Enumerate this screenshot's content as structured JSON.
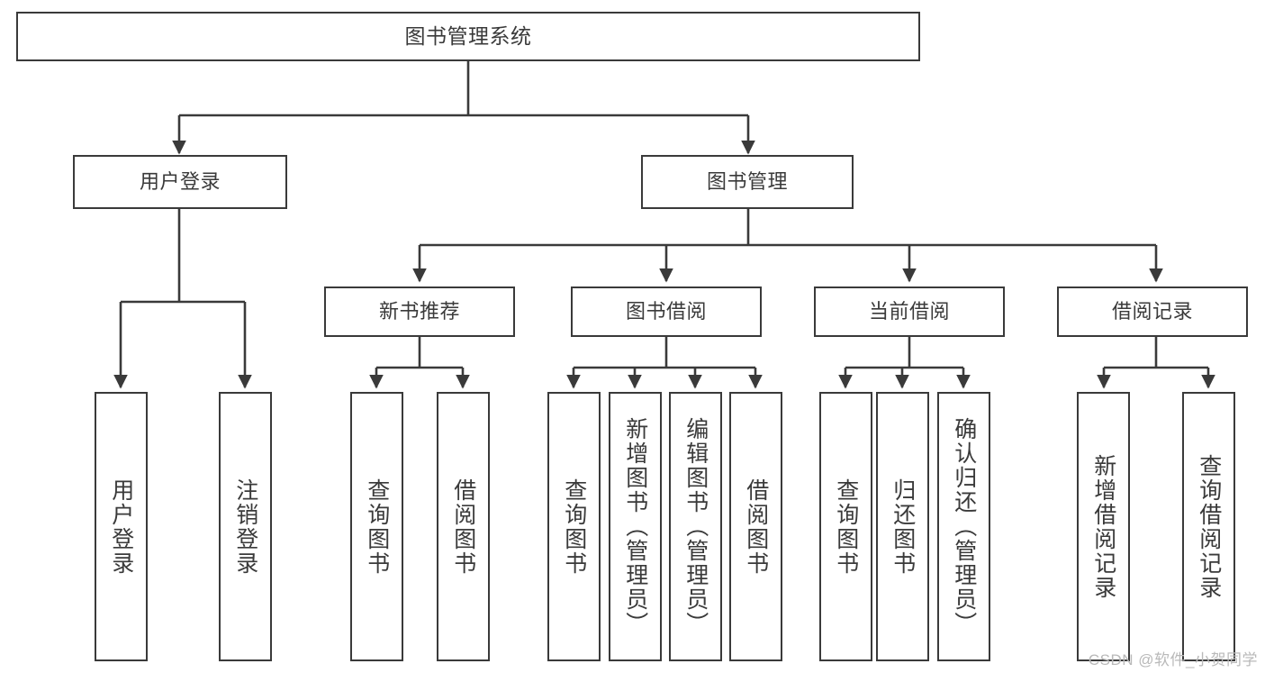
{
  "diagram": {
    "title": "图书管理系统",
    "type": "hierarchy-tree",
    "root": {
      "label": "图书管理系统"
    },
    "level2": [
      {
        "label": "用户登录"
      },
      {
        "label": "图书管理"
      }
    ],
    "level3": [
      {
        "label": "新书推荐"
      },
      {
        "label": "图书借阅"
      },
      {
        "label": "当前借阅"
      },
      {
        "label": "借阅记录"
      }
    ],
    "leaves": [
      {
        "label": "用户登录"
      },
      {
        "label": "注销登录"
      },
      {
        "label": "查询图书"
      },
      {
        "label": "借阅图书"
      },
      {
        "label": "查询图书"
      },
      {
        "label": "新增图书（管理员）"
      },
      {
        "label": "编辑图书（管理员）"
      },
      {
        "label": "借阅图书"
      },
      {
        "label": "查询图书"
      },
      {
        "label": "归还图书"
      },
      {
        "label": "确认归还（管理员）"
      },
      {
        "label": "新增借阅记录"
      },
      {
        "label": "查询借阅记录"
      }
    ],
    "colors": {
      "stroke": "#3a3a3a",
      "fill": "#ffffff",
      "text": "#3a3a3a",
      "watermark": "#b9b9b9"
    }
  },
  "watermark": {
    "text": "CSDN @软件_小贺同学"
  }
}
